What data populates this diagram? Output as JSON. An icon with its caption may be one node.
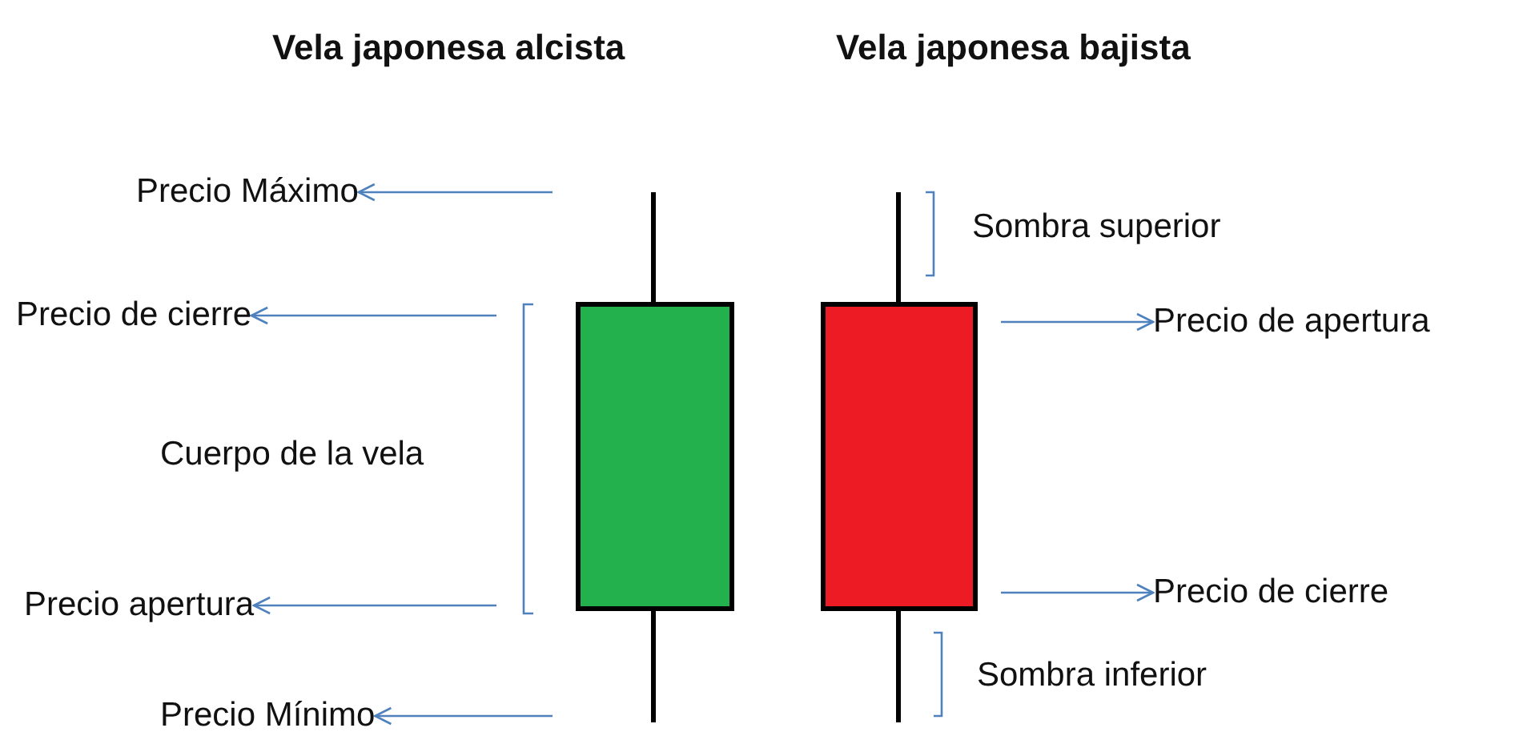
{
  "diagram": {
    "nodes": [
      {
        "text": [
          "Precio Máximo"
        ]
      },
      {
        "text": [
          "Precio de cierre"
        ]
      },
      {
        "text": [
          "Precio apertura"
        ]
      },
      {
        "text": [
          "Precio Mínimo"
        ]
      },
      {
        "text": [
          "Precio de apertura"
        ]
      },
      {
        "text": [
          "Precio de cierre"
        ]
      }
    ],
    "edges": [
      {
        "from": null,
        "to": 0,
        "arrow": "to"
      },
      {
        "from": null,
        "to": 1,
        "arrow": "to"
      },
      {
        "from": null,
        "to": 2,
        "arrow": "to"
      },
      {
        "from": null,
        "to": 3,
        "arrow": "to"
      },
      {
        "from": null,
        "to": 4,
        "arrow": "to"
      },
      {
        "from": null,
        "to": 5,
        "arrow": "to"
      }
    ],
    "labels": [
      "Vela japonesa alcista",
      "Vela japonesa bajista",
      "Cuerpo de la vela",
      "Sombra superior",
      "Sombra inferior"
    ]
  }
}
